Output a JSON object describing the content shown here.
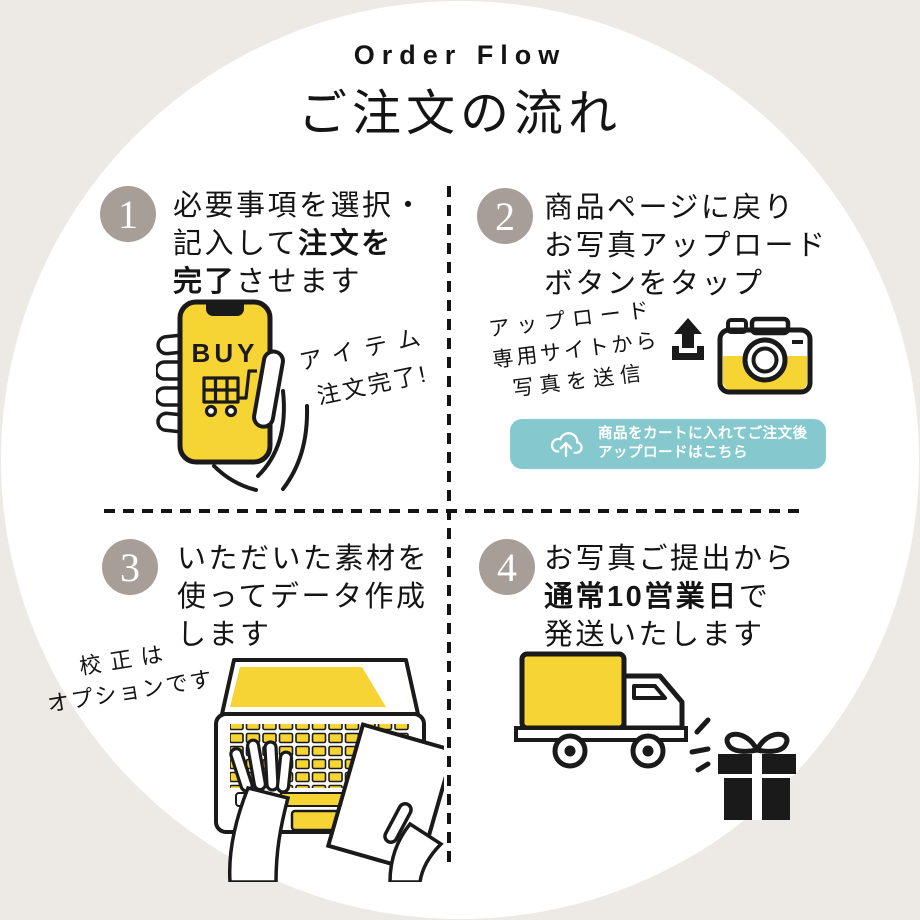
{
  "title": {
    "en": "Order Flow",
    "ja": "ご注文の流れ"
  },
  "steps": {
    "s1": {
      "num": "1",
      "l1": "必要事項を選択・",
      "l2_normal": "記入して",
      "l2_bold": "注文を",
      "l3_bold": "完了",
      "l3_normal": "させます"
    },
    "s2": {
      "num": "2",
      "l1": "商品ページに戻り",
      "l2": "お写真アップロード",
      "l3": "ボタンをタップ"
    },
    "s3": {
      "num": "3",
      "l1": "いただいた素材を",
      "l2": "使ってデータ作成",
      "l3": "します"
    },
    "s4": {
      "num": "4",
      "l1": "お写真ご提出から",
      "l2_bold": "通常10営業日",
      "l2_normal": "で",
      "l3": "発送いたします"
    }
  },
  "annotations": {
    "order_done": {
      "l1": "アイテム",
      "l2": "注文完了!"
    },
    "upload_site": {
      "l1": "アップロード",
      "l2": "専用サイトから",
      "l3": "写真を送信"
    },
    "proof_option": {
      "l1": "校正は",
      "l2": "オプションです"
    }
  },
  "upload_button": {
    "l1": "商品をカートに入れてご注文後",
    "l2": "アップロードはこちら"
  },
  "phone_screen": {
    "buy_label": "BUY"
  },
  "icons": {
    "phone_hand": "phone-in-hand-illustration",
    "cart": "cart-icon",
    "upload": "upload-arrow-icon",
    "camera": "camera-icon",
    "cloud_upload": "cloud-upload-icon",
    "laptop": "laptop-typing-illustration",
    "paper": "paper-sheet",
    "truck": "delivery-truck-icon",
    "gift": "gift-box-icon"
  },
  "colors": {
    "accent_yellow": "#f6d433",
    "badge_taupe": "#a79f97",
    "button_teal": "#85c9ce",
    "ink": "#1a1a1a",
    "background": "#edeae5",
    "panel": "#ffffff"
  }
}
